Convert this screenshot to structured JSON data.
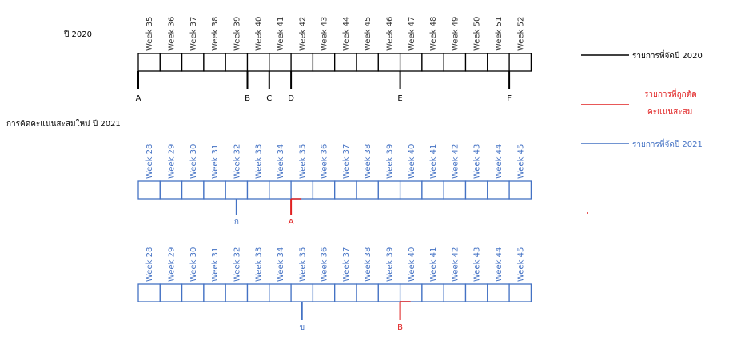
{
  "colors": {
    "black": "#000000",
    "blue": "#4472c4",
    "red": "#e02020"
  },
  "timeline_2020": {
    "title": "ปี 2020",
    "weeks": [
      "Week 35",
      "Week 36",
      "Week 37",
      "Week 38",
      "Week 39",
      "Week 40",
      "Week 41",
      "Week 42",
      "Week 43",
      "Week 44",
      "Week 45",
      "Week 46",
      "Week 47",
      "Week 48",
      "Week 49",
      "Week 50",
      "Week 51",
      "Week 52"
    ],
    "markers": [
      {
        "label": "A",
        "week": "Week 35"
      },
      {
        "label": "B",
        "week": "Week 40"
      },
      {
        "label": "C",
        "week": "Week 41"
      },
      {
        "label": "D",
        "week": "Week 42"
      },
      {
        "label": "E",
        "week": "Week 47"
      },
      {
        "label": "F",
        "week": "Week 52"
      }
    ]
  },
  "section_2021_title": "การคิดคะแนนสะสมใหม่ ปี 2021",
  "timeline_2021_a": {
    "weeks": [
      "Week 28",
      "Week 29",
      "Week 30",
      "Week 31",
      "Week 32",
      "Week 33",
      "Week 34",
      "Week 35",
      "Week 36",
      "Week 37",
      "Week 38",
      "Week 39",
      "Week 40",
      "Week 41",
      "Week 42",
      "Week 43",
      "Week 44",
      "Week 45"
    ],
    "markers": [
      {
        "label": "ก",
        "week": "Week 32",
        "kind": "blue"
      },
      {
        "label": "A",
        "week": "Week 35",
        "kind": "red"
      }
    ]
  },
  "timeline_2021_b": {
    "weeks": [
      "Week 28",
      "Week 29",
      "Week 30",
      "Week 31",
      "Week 32",
      "Week 33",
      "Week 34",
      "Week 35",
      "Week 36",
      "Week 37",
      "Week 38",
      "Week 39",
      "Week 40",
      "Week 41",
      "Week 42",
      "Week 43",
      "Week 44",
      "Week 45"
    ],
    "markers": [
      {
        "label": "ข",
        "week": "Week 35",
        "kind": "blue"
      },
      {
        "label": "B",
        "week": "Week 40",
        "kind": "red"
      }
    ]
  },
  "legend": [
    {
      "text": "รายการที่จัดปี 2020",
      "color": "black"
    },
    {
      "text_line1": "รายการที่ถูกตัด",
      "text_line2": "คะแนนสะสม",
      "color": "red"
    },
    {
      "text": "รายการที่จัดปี 2021",
      "color": "blue"
    }
  ]
}
